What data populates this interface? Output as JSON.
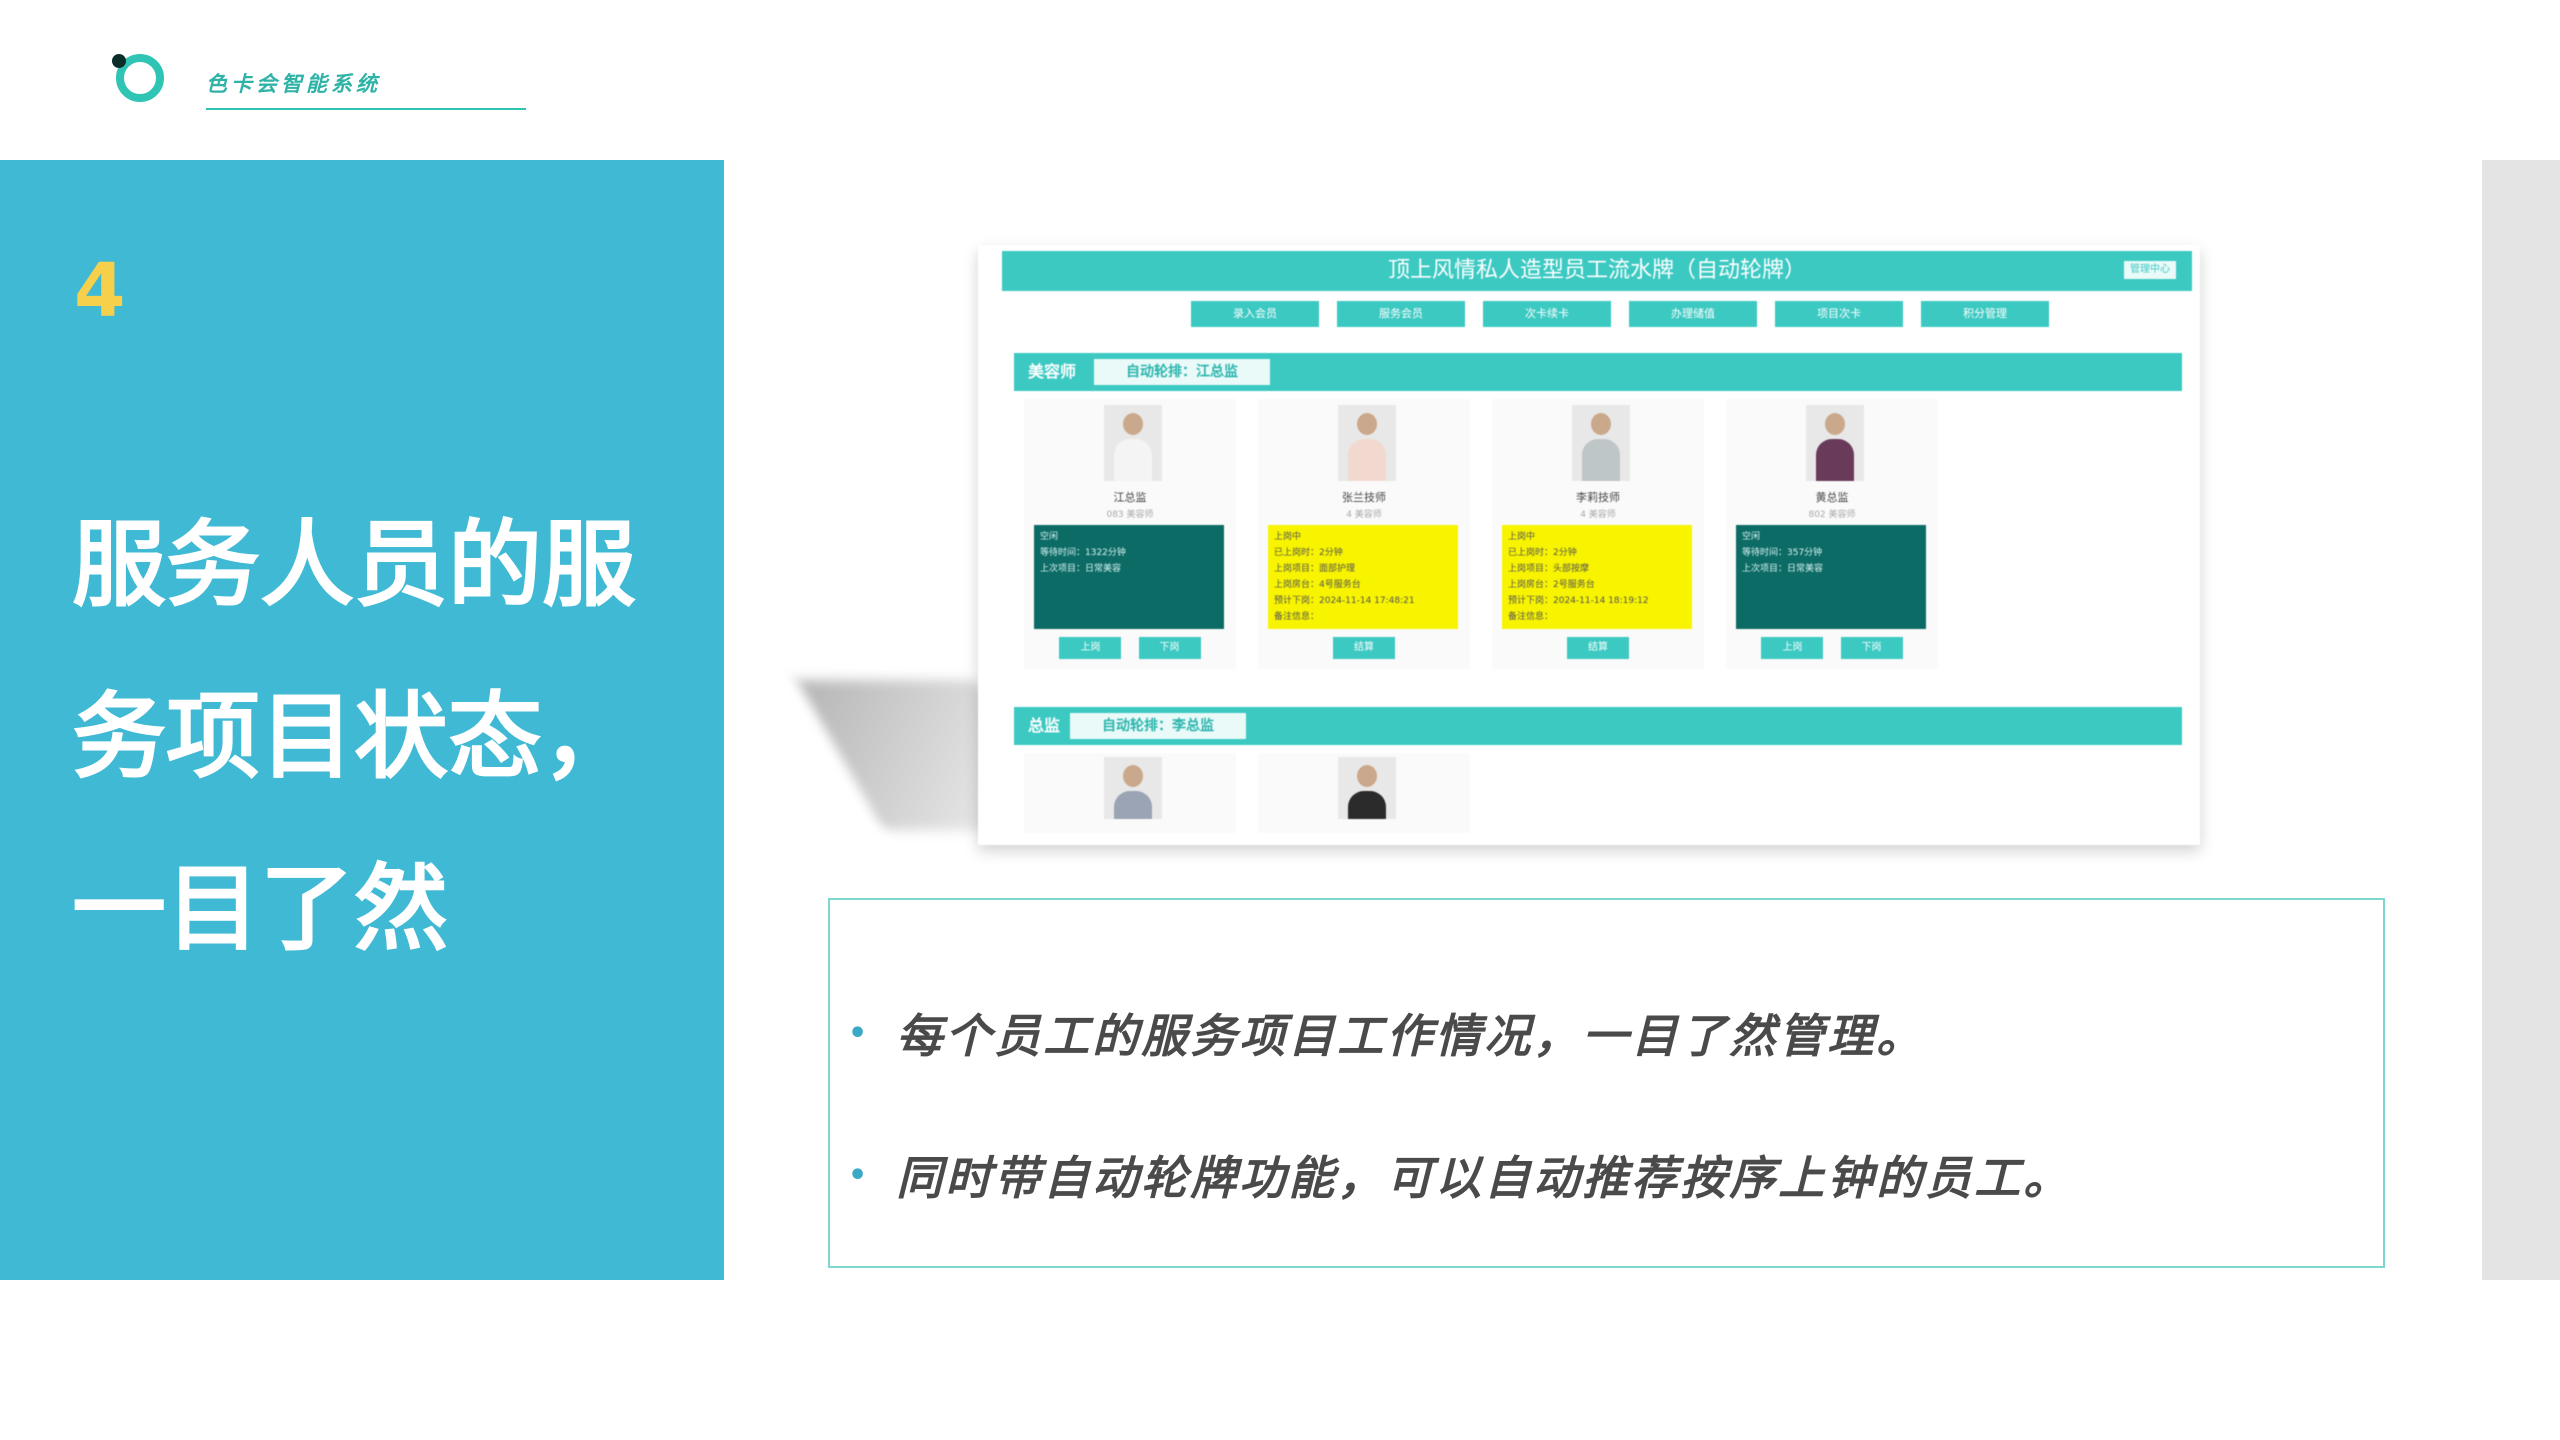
{
  "logo": {
    "text": "色卡会智能系统"
  },
  "step": {
    "number": "4"
  },
  "heading": {
    "lines": [
      "服务人员的服",
      "务项目状态，",
      "一目了然"
    ]
  },
  "screenshot": {
    "title": "顶上风情私人造型员工流水牌（自动轮牌）",
    "corner_button": "管理中心",
    "toolbar": [
      "录入会员",
      "服务会员",
      "次卡续卡",
      "办理储值",
      "项目次卡",
      "积分管理"
    ],
    "sections": [
      {
        "label": "美容师",
        "rotation": "自动轮排：江总监",
        "staff": [
          {
            "name": "江总监",
            "sub": "083 美容师",
            "status": "idle",
            "info": [
              "空闲",
              "等待时间：1322分钟",
              "上次项目：日常美容"
            ],
            "actions": [
              "上岗",
              "下岗"
            ]
          },
          {
            "name": "张兰技师",
            "sub": "4 美容师",
            "status": "busy",
            "info": [
              "上岗中",
              "已上岗时：2分钟",
              "上岗项目：面部护理",
              "上岗房台：4号服务台",
              "预计下岗：2024-11-14 17:48:21",
              "备注信息："
            ],
            "actions": [
              "结算"
            ]
          },
          {
            "name": "李莉技师",
            "sub": "4 美容师",
            "status": "busy",
            "info": [
              "上岗中",
              "已上岗时：2分钟",
              "上岗项目：头部按摩",
              "上岗房台：2号服务台",
              "预计下岗：2024-11-14 18:19:12",
              "备注信息："
            ],
            "actions": [
              "结算"
            ]
          },
          {
            "name": "黄总监",
            "sub": "802 美容师",
            "status": "idle",
            "info": [
              "空闲",
              "等待时间：357分钟",
              "上次项目：日常美容"
            ],
            "actions": [
              "上岗",
              "下岗"
            ]
          }
        ]
      },
      {
        "label": "总监",
        "rotation": "自动轮排：李总监",
        "staff": [
          {
            "name": ""
          },
          {
            "name": ""
          }
        ]
      }
    ],
    "colors": {
      "teal": "#3cc9c2",
      "dark_teal": "#0d6b66",
      "yellow": "#f8f400"
    }
  },
  "bullets": [
    "每个员工的服务项目工作情况，一目了然管理。",
    "同时带自动轮牌功能，可以自动推荐按序上钟的员工。"
  ],
  "colors": {
    "panel": "#40b9d4",
    "accent_number": "#f6d04a",
    "box_border": "#7fd7d0"
  }
}
